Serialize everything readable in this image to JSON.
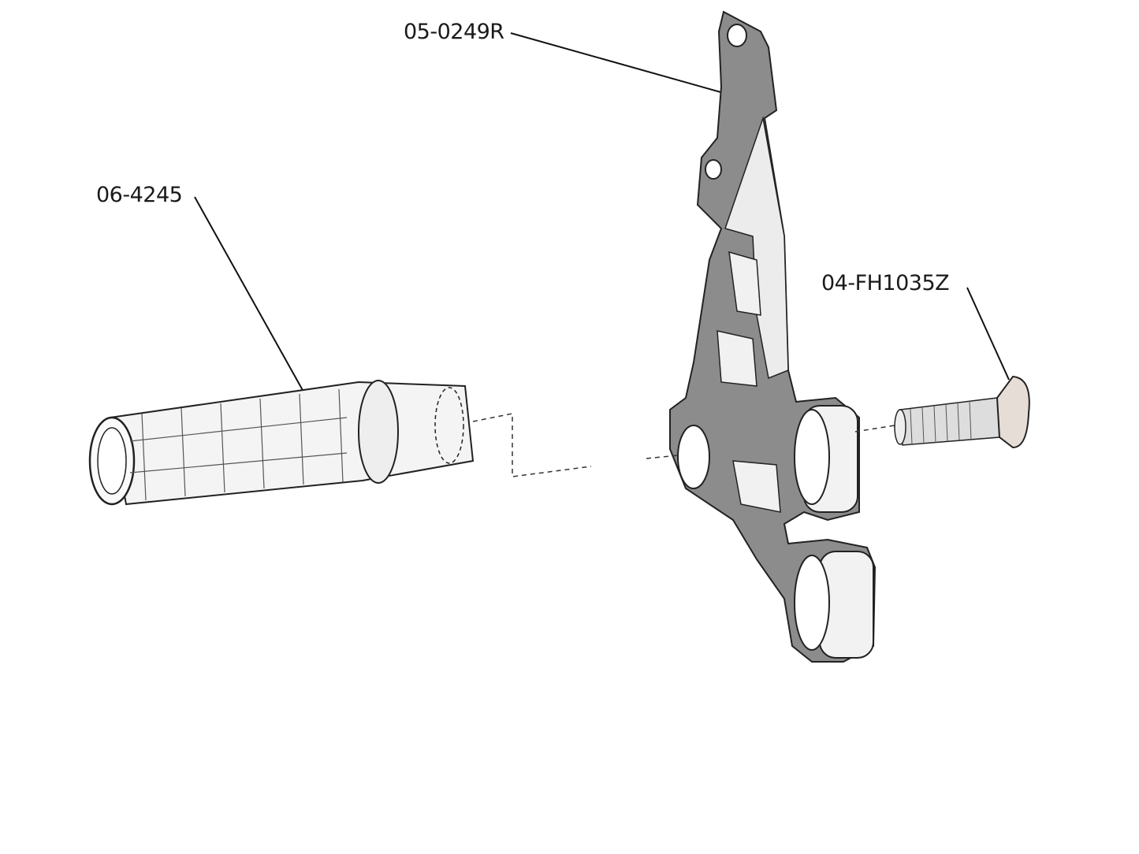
{
  "labels": {
    "bracket": "05-0249R",
    "footpeg": "06-4245",
    "bolt": "04-FH1035Z"
  },
  "colors": {
    "bracket_fill": "#8c8c8c",
    "bracket_face": "#e9e9e9",
    "peg_fill": "#f4f4f4",
    "bolt_fill": "#e6ddd6",
    "line": "#111111"
  }
}
